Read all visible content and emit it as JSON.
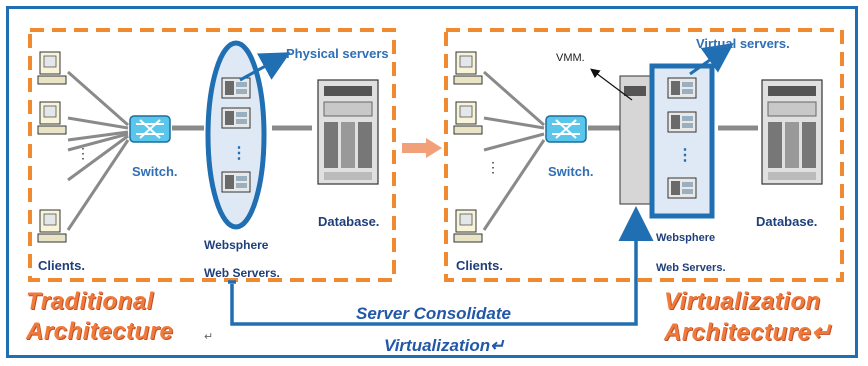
{
  "labels": {
    "physical_servers": "Physical servers",
    "virtual_servers": "Virtual servers.",
    "vmm": "VMM.",
    "switch": "Switch.",
    "database": "Database.",
    "websphere": "Websphere",
    "web_servers": "Web Servers.",
    "clients": "Clients.",
    "server_consolidate": "Server Consolidate",
    "virtualization": "Virtualization↵"
  },
  "titles": {
    "traditional_line1": "Traditional",
    "traditional_line2": "Architecture",
    "virtualization_line1": "Virtualization",
    "virtualization_line2": "Architecture↵"
  },
  "marks": {
    "return": "↵"
  },
  "colors": {
    "frame": "#1f6fb2",
    "dashed_box": "#f08a30",
    "title_orange": "#f07a3a",
    "label_blue": "#2e6fb5",
    "label_navy": "#1f3f7a"
  }
}
